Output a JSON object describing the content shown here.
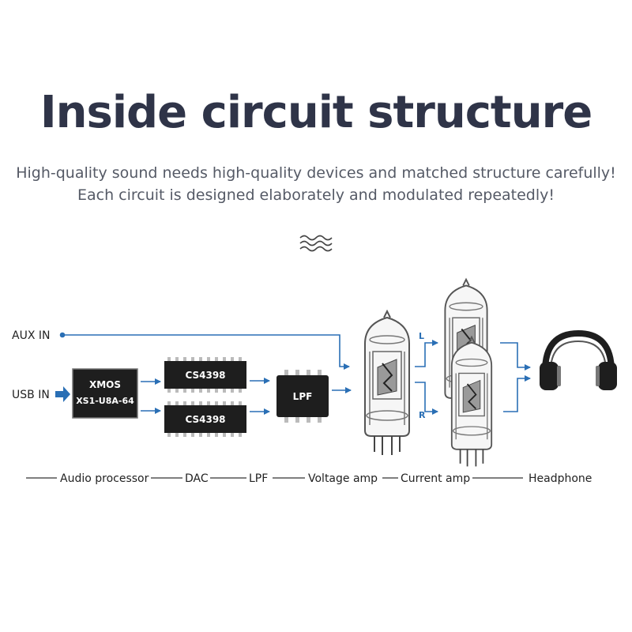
{
  "header": {
    "title": "Inside circuit structure",
    "subtitle_line1": "High-quality sound needs high-quality devices and matched structure carefully!",
    "subtitle_line2": "Each circuit is designed elaborately and modulated repeatedly!"
  },
  "inputs": {
    "aux": "AUX IN",
    "usb": "USB IN"
  },
  "chips": {
    "xmos_line1": "XMOS",
    "xmos_line2": "XS1-U8A-64",
    "dac_top": "CS4398",
    "dac_bottom": "CS4398",
    "lpf": "LPF"
  },
  "channels": {
    "left": "L",
    "right": "R"
  },
  "stages": {
    "audio_processor": "Audio processor",
    "dac": "DAC",
    "lpf": "LPF",
    "voltage_amp": "Voltage amp",
    "current_amp": "Current amp",
    "headphone": "Headphone"
  },
  "colors": {
    "title": "#2f3448",
    "connector": "#2a6fb5",
    "chip": "#1e1e1e"
  },
  "icons": {
    "divider": "wave-divider-icon",
    "headphone": "headphone-icon",
    "tube": "vacuum-tube-icon"
  }
}
